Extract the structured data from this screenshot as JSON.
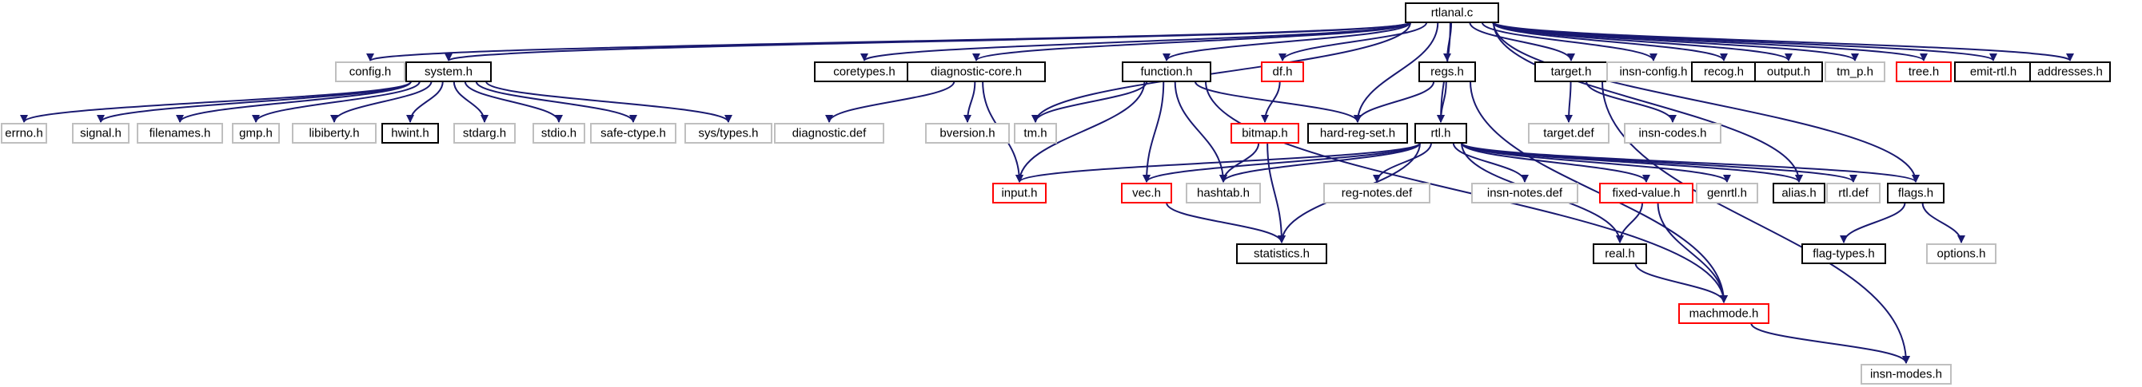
{
  "colors": {
    "edge": "#191970",
    "documented_border": "#000000",
    "undocumented_border": "#bfbfbf",
    "truncated_border": "#ff0000",
    "root_fill": "#bfbfbf",
    "node_fill": "#ffffff"
  },
  "nodes": [
    {
      "id": "rtlanal",
      "label": "rtlanal.c",
      "kind": "root"
    },
    {
      "id": "config",
      "label": "config.h",
      "kind": "undocumented"
    },
    {
      "id": "system",
      "label": "system.h",
      "kind": "documented"
    },
    {
      "id": "coretypes",
      "label": "coretypes.h",
      "kind": "documented"
    },
    {
      "id": "diagcore",
      "label": "diagnostic-core.h",
      "kind": "documented"
    },
    {
      "id": "function",
      "label": "function.h",
      "kind": "documented"
    },
    {
      "id": "df",
      "label": "df.h",
      "kind": "truncated"
    },
    {
      "id": "regs",
      "label": "regs.h",
      "kind": "documented"
    },
    {
      "id": "target",
      "label": "target.h",
      "kind": "documented"
    },
    {
      "id": "insnconfig",
      "label": "insn-config.h",
      "kind": "undocumented"
    },
    {
      "id": "recog",
      "label": "recog.h",
      "kind": "documented"
    },
    {
      "id": "output",
      "label": "output.h",
      "kind": "documented"
    },
    {
      "id": "tmp",
      "label": "tm_p.h",
      "kind": "undocumented"
    },
    {
      "id": "tree",
      "label": "tree.h",
      "kind": "truncated"
    },
    {
      "id": "emitrtl",
      "label": "emit-rtl.h",
      "kind": "documented"
    },
    {
      "id": "addresses",
      "label": "addresses.h",
      "kind": "documented"
    },
    {
      "id": "errno",
      "label": "errno.h",
      "kind": "undocumented"
    },
    {
      "id": "signal",
      "label": "signal.h",
      "kind": "undocumented"
    },
    {
      "id": "filenames",
      "label": "filenames.h",
      "kind": "undocumented"
    },
    {
      "id": "gmp",
      "label": "gmp.h",
      "kind": "undocumented"
    },
    {
      "id": "libiberty",
      "label": "libiberty.h",
      "kind": "undocumented"
    },
    {
      "id": "hwint",
      "label": "hwint.h",
      "kind": "documented"
    },
    {
      "id": "stdarg",
      "label": "stdarg.h",
      "kind": "undocumented"
    },
    {
      "id": "stdio",
      "label": "stdio.h",
      "kind": "undocumented"
    },
    {
      "id": "safectype",
      "label": "safe-ctype.h",
      "kind": "undocumented"
    },
    {
      "id": "systypes",
      "label": "sys/types.h",
      "kind": "undocumented"
    },
    {
      "id": "diagdef",
      "label": "diagnostic.def",
      "kind": "undocumented"
    },
    {
      "id": "bversion",
      "label": "bversion.h",
      "kind": "undocumented"
    },
    {
      "id": "tm",
      "label": "tm.h",
      "kind": "undocumented"
    },
    {
      "id": "bitmap",
      "label": "bitmap.h",
      "kind": "truncated"
    },
    {
      "id": "hardregset",
      "label": "hard-reg-set.h",
      "kind": "documented"
    },
    {
      "id": "rtl",
      "label": "rtl.h",
      "kind": "documented"
    },
    {
      "id": "targetdef",
      "label": "target.def",
      "kind": "undocumented"
    },
    {
      "id": "insncodes",
      "label": "insn-codes.h",
      "kind": "undocumented"
    },
    {
      "id": "input",
      "label": "input.h",
      "kind": "truncated"
    },
    {
      "id": "vec",
      "label": "vec.h",
      "kind": "truncated"
    },
    {
      "id": "hashtab",
      "label": "hashtab.h",
      "kind": "undocumented"
    },
    {
      "id": "regnotes",
      "label": "reg-notes.def",
      "kind": "undocumented"
    },
    {
      "id": "insnnotes",
      "label": "insn-notes.def",
      "kind": "undocumented"
    },
    {
      "id": "fixedvalue",
      "label": "fixed-value.h",
      "kind": "truncated"
    },
    {
      "id": "genrtl",
      "label": "genrtl.h",
      "kind": "undocumented"
    },
    {
      "id": "alias",
      "label": "alias.h",
      "kind": "documented"
    },
    {
      "id": "rtldef",
      "label": "rtl.def",
      "kind": "undocumented"
    },
    {
      "id": "flags",
      "label": "flags.h",
      "kind": "documented"
    },
    {
      "id": "statistics",
      "label": "statistics.h",
      "kind": "documented"
    },
    {
      "id": "real",
      "label": "real.h",
      "kind": "documented"
    },
    {
      "id": "flagtypes",
      "label": "flag-types.h",
      "kind": "documented"
    },
    {
      "id": "options",
      "label": "options.h",
      "kind": "undocumented"
    },
    {
      "id": "machmode",
      "label": "machmode.h",
      "kind": "truncated"
    },
    {
      "id": "insnmodes",
      "label": "insn-modes.h",
      "kind": "undocumented"
    }
  ],
  "edges": [
    [
      "rtlanal",
      "config"
    ],
    [
      "rtlanal",
      "system"
    ],
    [
      "rtlanal",
      "coretypes"
    ],
    [
      "rtlanal",
      "diagcore"
    ],
    [
      "rtlanal",
      "tm"
    ],
    [
      "rtlanal",
      "function"
    ],
    [
      "rtlanal",
      "df"
    ],
    [
      "rtlanal",
      "regs"
    ],
    [
      "rtlanal",
      "hardregset"
    ],
    [
      "rtlanal",
      "rtl"
    ],
    [
      "rtlanal",
      "target"
    ],
    [
      "rtlanal",
      "insnconfig"
    ],
    [
      "rtlanal",
      "recog"
    ],
    [
      "rtlanal",
      "output"
    ],
    [
      "rtlanal",
      "tmp"
    ],
    [
      "rtlanal",
      "tree"
    ],
    [
      "rtlanal",
      "emitrtl"
    ],
    [
      "rtlanal",
      "addresses"
    ],
    [
      "rtlanal",
      "flags"
    ],
    [
      "rtlanal",
      "alias"
    ],
    [
      "system",
      "errno"
    ],
    [
      "system",
      "signal"
    ],
    [
      "system",
      "filenames"
    ],
    [
      "system",
      "gmp"
    ],
    [
      "system",
      "libiberty"
    ],
    [
      "system",
      "hwint"
    ],
    [
      "system",
      "stdarg"
    ],
    [
      "system",
      "stdio"
    ],
    [
      "system",
      "safectype"
    ],
    [
      "system",
      "systypes"
    ],
    [
      "diagcore",
      "diagdef"
    ],
    [
      "diagcore",
      "bversion"
    ],
    [
      "diagcore",
      "input"
    ],
    [
      "function",
      "tm"
    ],
    [
      "function",
      "hardregset"
    ],
    [
      "function",
      "input"
    ],
    [
      "function",
      "vec"
    ],
    [
      "function",
      "hashtab"
    ],
    [
      "function",
      "machmode"
    ],
    [
      "df",
      "bitmap"
    ],
    [
      "bitmap",
      "hashtab"
    ],
    [
      "bitmap",
      "statistics"
    ],
    [
      "regs",
      "hardregset"
    ],
    [
      "regs",
      "rtl"
    ],
    [
      "regs",
      "machmode"
    ],
    [
      "target",
      "targetdef"
    ],
    [
      "target",
      "insncodes"
    ],
    [
      "target",
      "insnmodes"
    ],
    [
      "rtl",
      "input"
    ],
    [
      "rtl",
      "vec"
    ],
    [
      "rtl",
      "hashtab"
    ],
    [
      "rtl",
      "regnotes"
    ],
    [
      "rtl",
      "insnnotes"
    ],
    [
      "rtl",
      "fixedvalue"
    ],
    [
      "rtl",
      "genrtl"
    ],
    [
      "rtl",
      "alias"
    ],
    [
      "rtl",
      "rtldef"
    ],
    [
      "rtl",
      "flags"
    ],
    [
      "rtl",
      "statistics"
    ],
    [
      "rtl",
      "real"
    ],
    [
      "vec",
      "statistics"
    ],
    [
      "fixedvalue",
      "real"
    ],
    [
      "fixedvalue",
      "machmode"
    ],
    [
      "real",
      "machmode"
    ],
    [
      "flags",
      "flagtypes"
    ],
    [
      "flags",
      "options"
    ],
    [
      "machmode",
      "insnmodes"
    ]
  ]
}
